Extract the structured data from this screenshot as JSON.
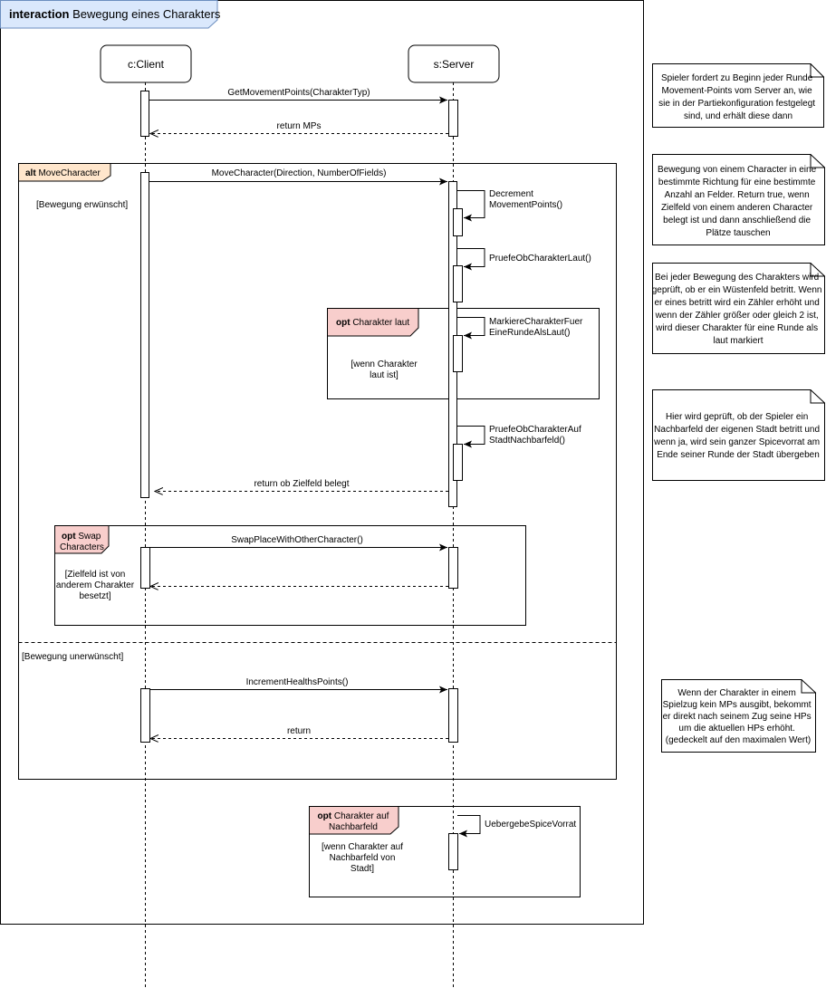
{
  "frame": {
    "keyword": "interaction",
    "title": "Bewegung eines Charakters"
  },
  "lifelines": {
    "client": "c:Client",
    "server": "s:Server"
  },
  "messages": {
    "get_mp": "GetMovementPoints(CharakterTyp)",
    "ret_mp": "return MPs",
    "move": "MoveCharacter(Direction, NumberOfFields)",
    "dec1": "Decrement",
    "dec2": "MovementPoints()",
    "laut": "PruefeObCharakterLaut()",
    "mark1": "MarkiereCharakterFuer",
    "mark2": "EineRundeAlsLaut()",
    "stadt1": "PruefeObCharakterAuf",
    "stadt2": "StadtNachbarfeld()",
    "ret_ziel": "return ob Zielfeld belegt",
    "swap": "SwapPlaceWithOtherCharacter()",
    "inc_hp": "IncrementHealthsPoints()",
    "ret": "return",
    "spice": "UebergebeSpiceVorrat"
  },
  "fragments": {
    "alt": {
      "op": "alt",
      "name": "MoveCharacter",
      "guard1": "[Bewegung erwünscht]",
      "guard2": "[Bewegung unerwünscht]"
    },
    "laut": {
      "op": "opt",
      "name": "Charakter laut",
      "guard1": "[wenn Charakter",
      "guard2": "laut ist]"
    },
    "swap": {
      "op": "opt",
      "name1": "Swap",
      "name2": "Characters",
      "guard1": "[Zielfeld ist von",
      "guard2": "anderem Charakter",
      "guard3": "besetzt]"
    },
    "spice": {
      "op": "opt",
      "name1": "Charakter auf",
      "name2": "Nachbarfeld",
      "guard1": "[wenn Charakter auf",
      "guard2": "Nachbarfeld von",
      "guard3": "Stadt]"
    }
  },
  "notes": {
    "n1": [
      "Spieler fordert zu Beginn jeder Runde",
      "Movement-Points vom Server an, wie",
      "sie in der Partiekonfiguration festgelegt",
      "sind, und erhält diese dann"
    ],
    "n2": [
      "Bewegung von einem Character in eine",
      "bestimmte Richtung für eine bestimmte",
      "Anzahl an Felder. Return true, wenn",
      "Zielfeld von einem anderen Character",
      "belegt ist und dann anschließend die",
      "Plätze tauschen"
    ],
    "n3": [
      "Bei jeder Bewegung des Charakters wird",
      "geprüft, ob er ein Wüstenfeld betritt. Wenn",
      "er eines betritt wird ein Zähler erhöht und",
      "wenn der Zähler größer oder gleich 2 ist,",
      "wird dieser Charakter für eine Runde als",
      "laut markiert"
    ],
    "n4": [
      "Hier wird geprüft, ob der Spieler ein",
      "Nachbarfeld der eigenen Stadt betritt und",
      "wenn ja, wird sein ganzer Spicevorrat am",
      "Ende seiner Runde der Stadt übergeben"
    ],
    "n5": [
      "Wenn der Charakter in einem",
      "Spielzug kein MPs ausgibt, bekommt",
      "er direkt nach seinem Zug seine HPs",
      "um die aktuellen HPs erhöht.",
      "(gedeckelt auf den maximalen Wert)"
    ]
  },
  "colors": {
    "frame_tab": "#dae8fc",
    "frame_tab_border": "#6c8ebf",
    "opt_tab": "#f8cecc",
    "opt_tab_alt": "#ffe6cc",
    "line": "#000000"
  }
}
